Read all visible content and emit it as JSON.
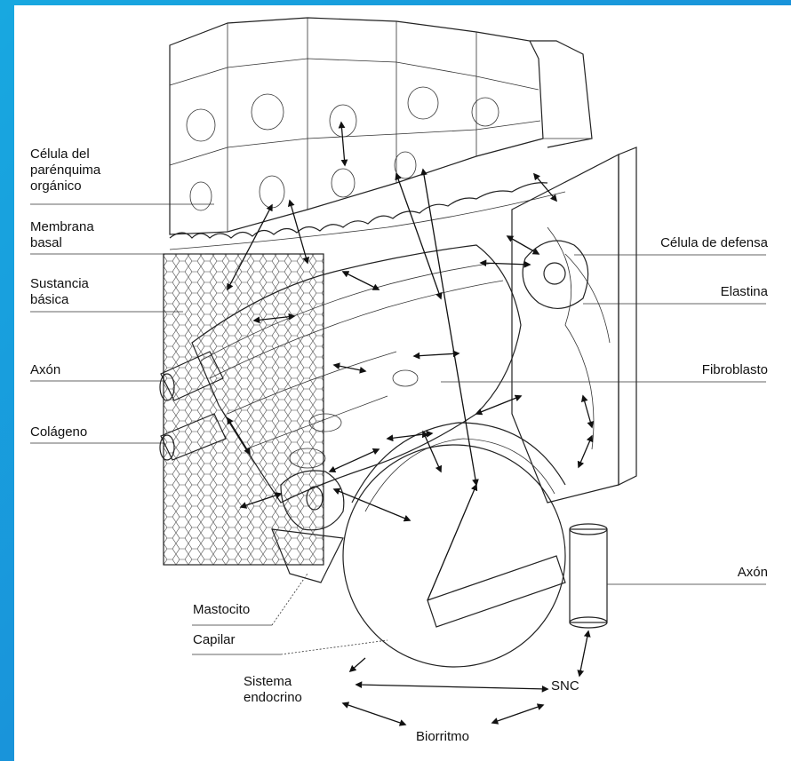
{
  "labels": {
    "celula_parenquima": "Célula del\nparénquima\norgánico",
    "membrana_basal": "Membrana\nbasal",
    "sustancia_basica": "Sustancia\nbásica",
    "axon_left": "Axón",
    "colageno": "Colágeno",
    "mastocito": "Mastocito",
    "capilar": "Capilar",
    "sistema_endocrino": "Sistema\nendocrino",
    "biorritmo": "Biorritmo",
    "snc": "SNC",
    "celula_defensa": "Célula de defensa",
    "elastina": "Elastina",
    "fibroblasto": "Fibroblasto",
    "axon_right": "Axón"
  },
  "colors": {
    "frame_blue": "#1a8ee0",
    "ink": "#222222"
  }
}
